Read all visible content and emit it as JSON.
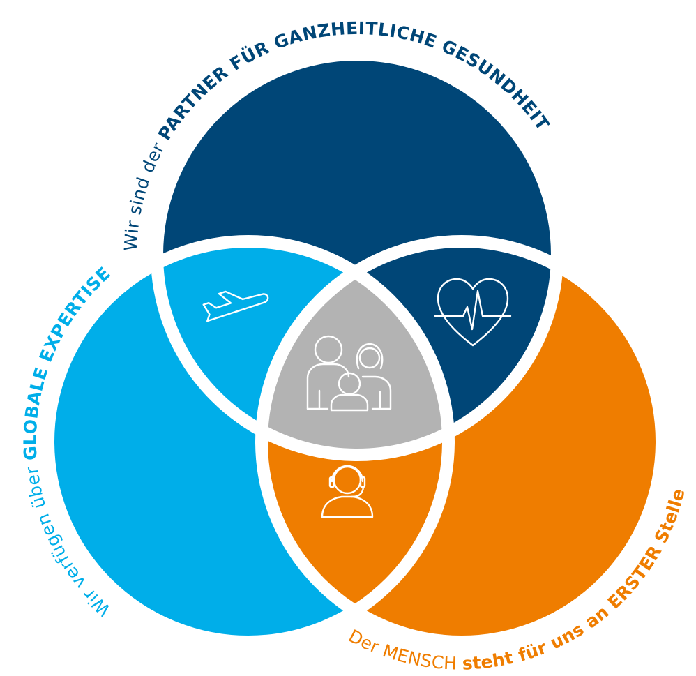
{
  "colors": {
    "navy": "#004677",
    "blue": "#00aee9",
    "orange": "#ef7d00",
    "gray": "#b3b3b3",
    "navy_overlap": "#004677",
    "blue_overlap": "#00aee9",
    "orange_overlap": "#ef7d00"
  },
  "labels": {
    "top": {
      "light": "Wir sind der ",
      "bold": "PARTNER FÜR GANZHEITLICHE GESUNDHEIT"
    },
    "left": {
      "light": "Wir verfügen über ",
      "bold": "GLOBALE EXPERTISE"
    },
    "right": {
      "light": "Der MENSCH ",
      "bold": "steht für uns an ERSTER Stelle"
    }
  },
  "icons": {
    "top_left_overlap": "airplane-icon",
    "top_right_overlap": "heart-pulse-icon",
    "bottom_overlap": "headset-agent-icon",
    "center": "family-icon"
  }
}
